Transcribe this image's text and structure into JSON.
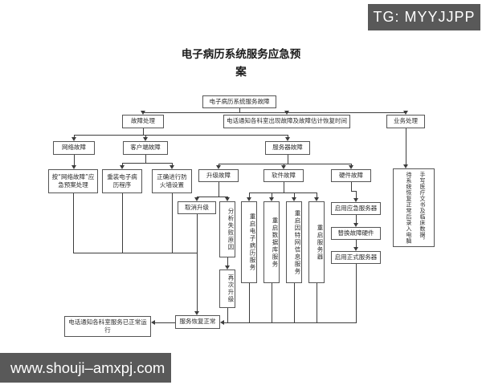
{
  "badge": {
    "text": "TG: MYYJJPP"
  },
  "watermark": {
    "text": "www.shouji–amxpj.com"
  },
  "title": {
    "line1": "电子病历系统服务应急预",
    "line2": "案"
  },
  "colors": {
    "line": "#3d3d3d",
    "box_border": "#555555",
    "banner_bg": "#595959",
    "banner_text": "#ffffff"
  },
  "nodes": {
    "root": {
      "label": "电子病历系统服务故障"
    },
    "fault_handling": {
      "label": "故障处理"
    },
    "notify_fault": {
      "label": "电话通知各科室出现故障及故障估计恢复时间"
    },
    "business_handling": {
      "label": "业务处理"
    },
    "network_fault": {
      "label": "网络故障"
    },
    "client_fault": {
      "label": "客户端故障"
    },
    "server_fault": {
      "label": "服务器故障"
    },
    "network_plan": {
      "label": "按“网络故障”应急预案处理"
    },
    "reinstall": {
      "label": "重装电子病历程序"
    },
    "firewall": {
      "label": "正确进行防火墙设置"
    },
    "upgrade_fault": {
      "label": "升级故障"
    },
    "software_fault": {
      "label": "软件故障"
    },
    "hardware_fault": {
      "label": "硬件故障"
    },
    "cancel_upgrade": {
      "label": "取消升级"
    },
    "analyze_failure": {
      "label": "分析失败原因"
    },
    "retry_upgrade": {
      "label": "再次升级"
    },
    "restart_emr": {
      "label": "重启电子病历服务"
    },
    "restart_db": {
      "label": "重启数据库服务"
    },
    "restart_iis": {
      "label": "重启因特网信息服务"
    },
    "restart_server": {
      "label": "重启服务器"
    },
    "emergency_server": {
      "label": "启用应急服务器"
    },
    "replace_hardware": {
      "label": "替换故障硬件"
    },
    "official_server": {
      "label": "启用正式服务器"
    },
    "handwrite": {
      "label": "手写医疗文书及临床数据，待系统恢复正常后录入电脑"
    },
    "service_restored": {
      "label": "服务恢复正常"
    },
    "notify_ok": {
      "label": "电话通知各科室服务已正常运行"
    }
  }
}
